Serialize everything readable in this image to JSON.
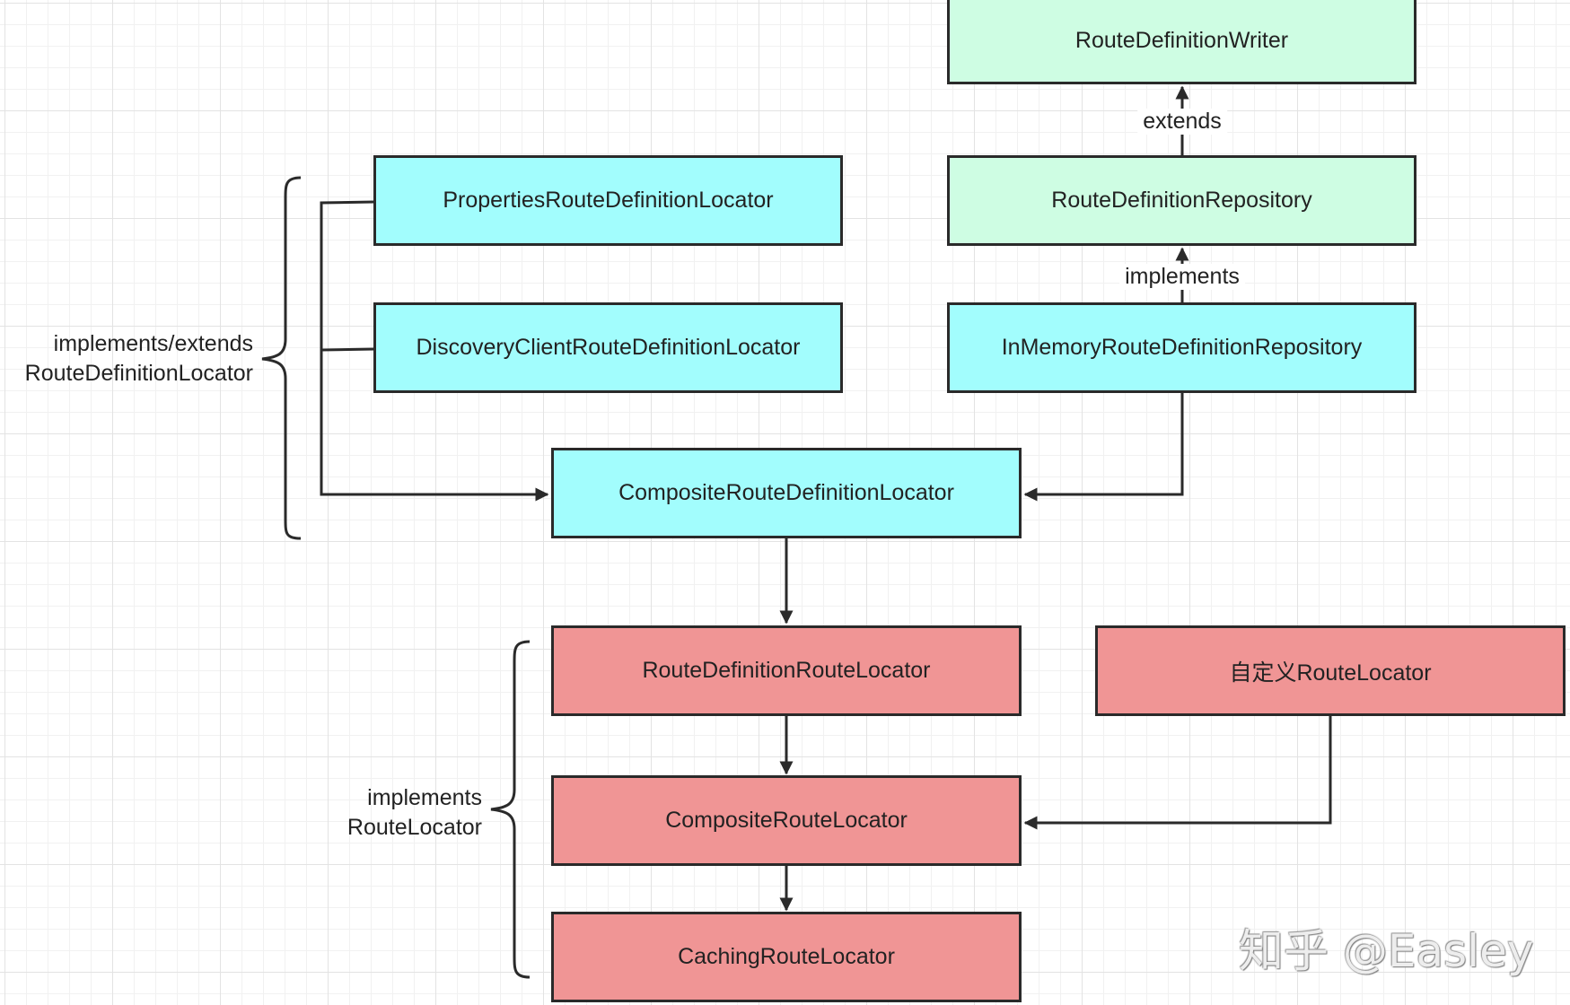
{
  "nodes": {
    "route_definition_writer": "RouteDefinitionWriter",
    "route_definition_repository": "RouteDefinitionRepository",
    "properties_locator": "PropertiesRouteDefinitionLocator",
    "discovery_locator": "DiscoveryClientRouteDefinitionLocator",
    "in_memory_repository": "InMemoryRouteDefinitionRepository",
    "composite_definition_locator": "CompositeRouteDefinitionLocator",
    "definition_route_locator": "RouteDefinitionRouteLocator",
    "custom_route_locator": "自定义RouteLocator",
    "composite_route_locator": "CompositeRouteLocator",
    "caching_route_locator": "CachingRouteLocator"
  },
  "edge_labels": {
    "extends": "extends",
    "implements": "implements"
  },
  "group_labels": {
    "definition_group_line1": "implements/extends",
    "definition_group_line2": "RouteDefinitionLocator",
    "locator_group_line1": "implements",
    "locator_group_line2": "RouteLocator"
  },
  "watermark": "知乎 @Easley",
  "colors": {
    "cyan_fill": "#a2fdfd",
    "mint_fill": "#cefde3",
    "red_fill": "#f09595",
    "line": "#2a2a2a"
  }
}
